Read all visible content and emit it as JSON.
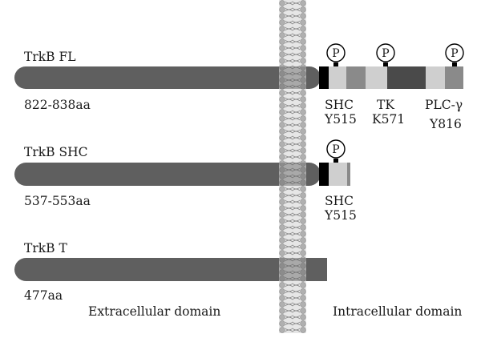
{
  "colors": {
    "receptor_body": "#5f5f5f",
    "membrane_fill": "#e6e6e6",
    "membrane_bead": "#a8a8a8",
    "shc_site": "#000000",
    "light_segment": "#cfcfcf",
    "mid_segment": "#8a8a8a",
    "tk_domain": "#4a4a4a"
  },
  "receptors": [
    {
      "name": "TrkB FL",
      "length": "822-838aa"
    },
    {
      "name": "TrkB SHC",
      "length": "537-553aa"
    },
    {
      "name": "TrkB T",
      "length": "477aa"
    }
  ],
  "phospho_label": "P",
  "sites": {
    "fl": [
      {
        "line1": "SHC",
        "line2": "Y515"
      },
      {
        "line1": "TK",
        "line2": "K571"
      },
      {
        "line1": "PLC-γ",
        "line2": "Y816"
      }
    ],
    "shc": [
      {
        "line1": "SHC",
        "line2": "Y515"
      }
    ]
  },
  "domains": {
    "extracellular": "Extracellular domain",
    "intracellular": "Intracellular domain"
  }
}
